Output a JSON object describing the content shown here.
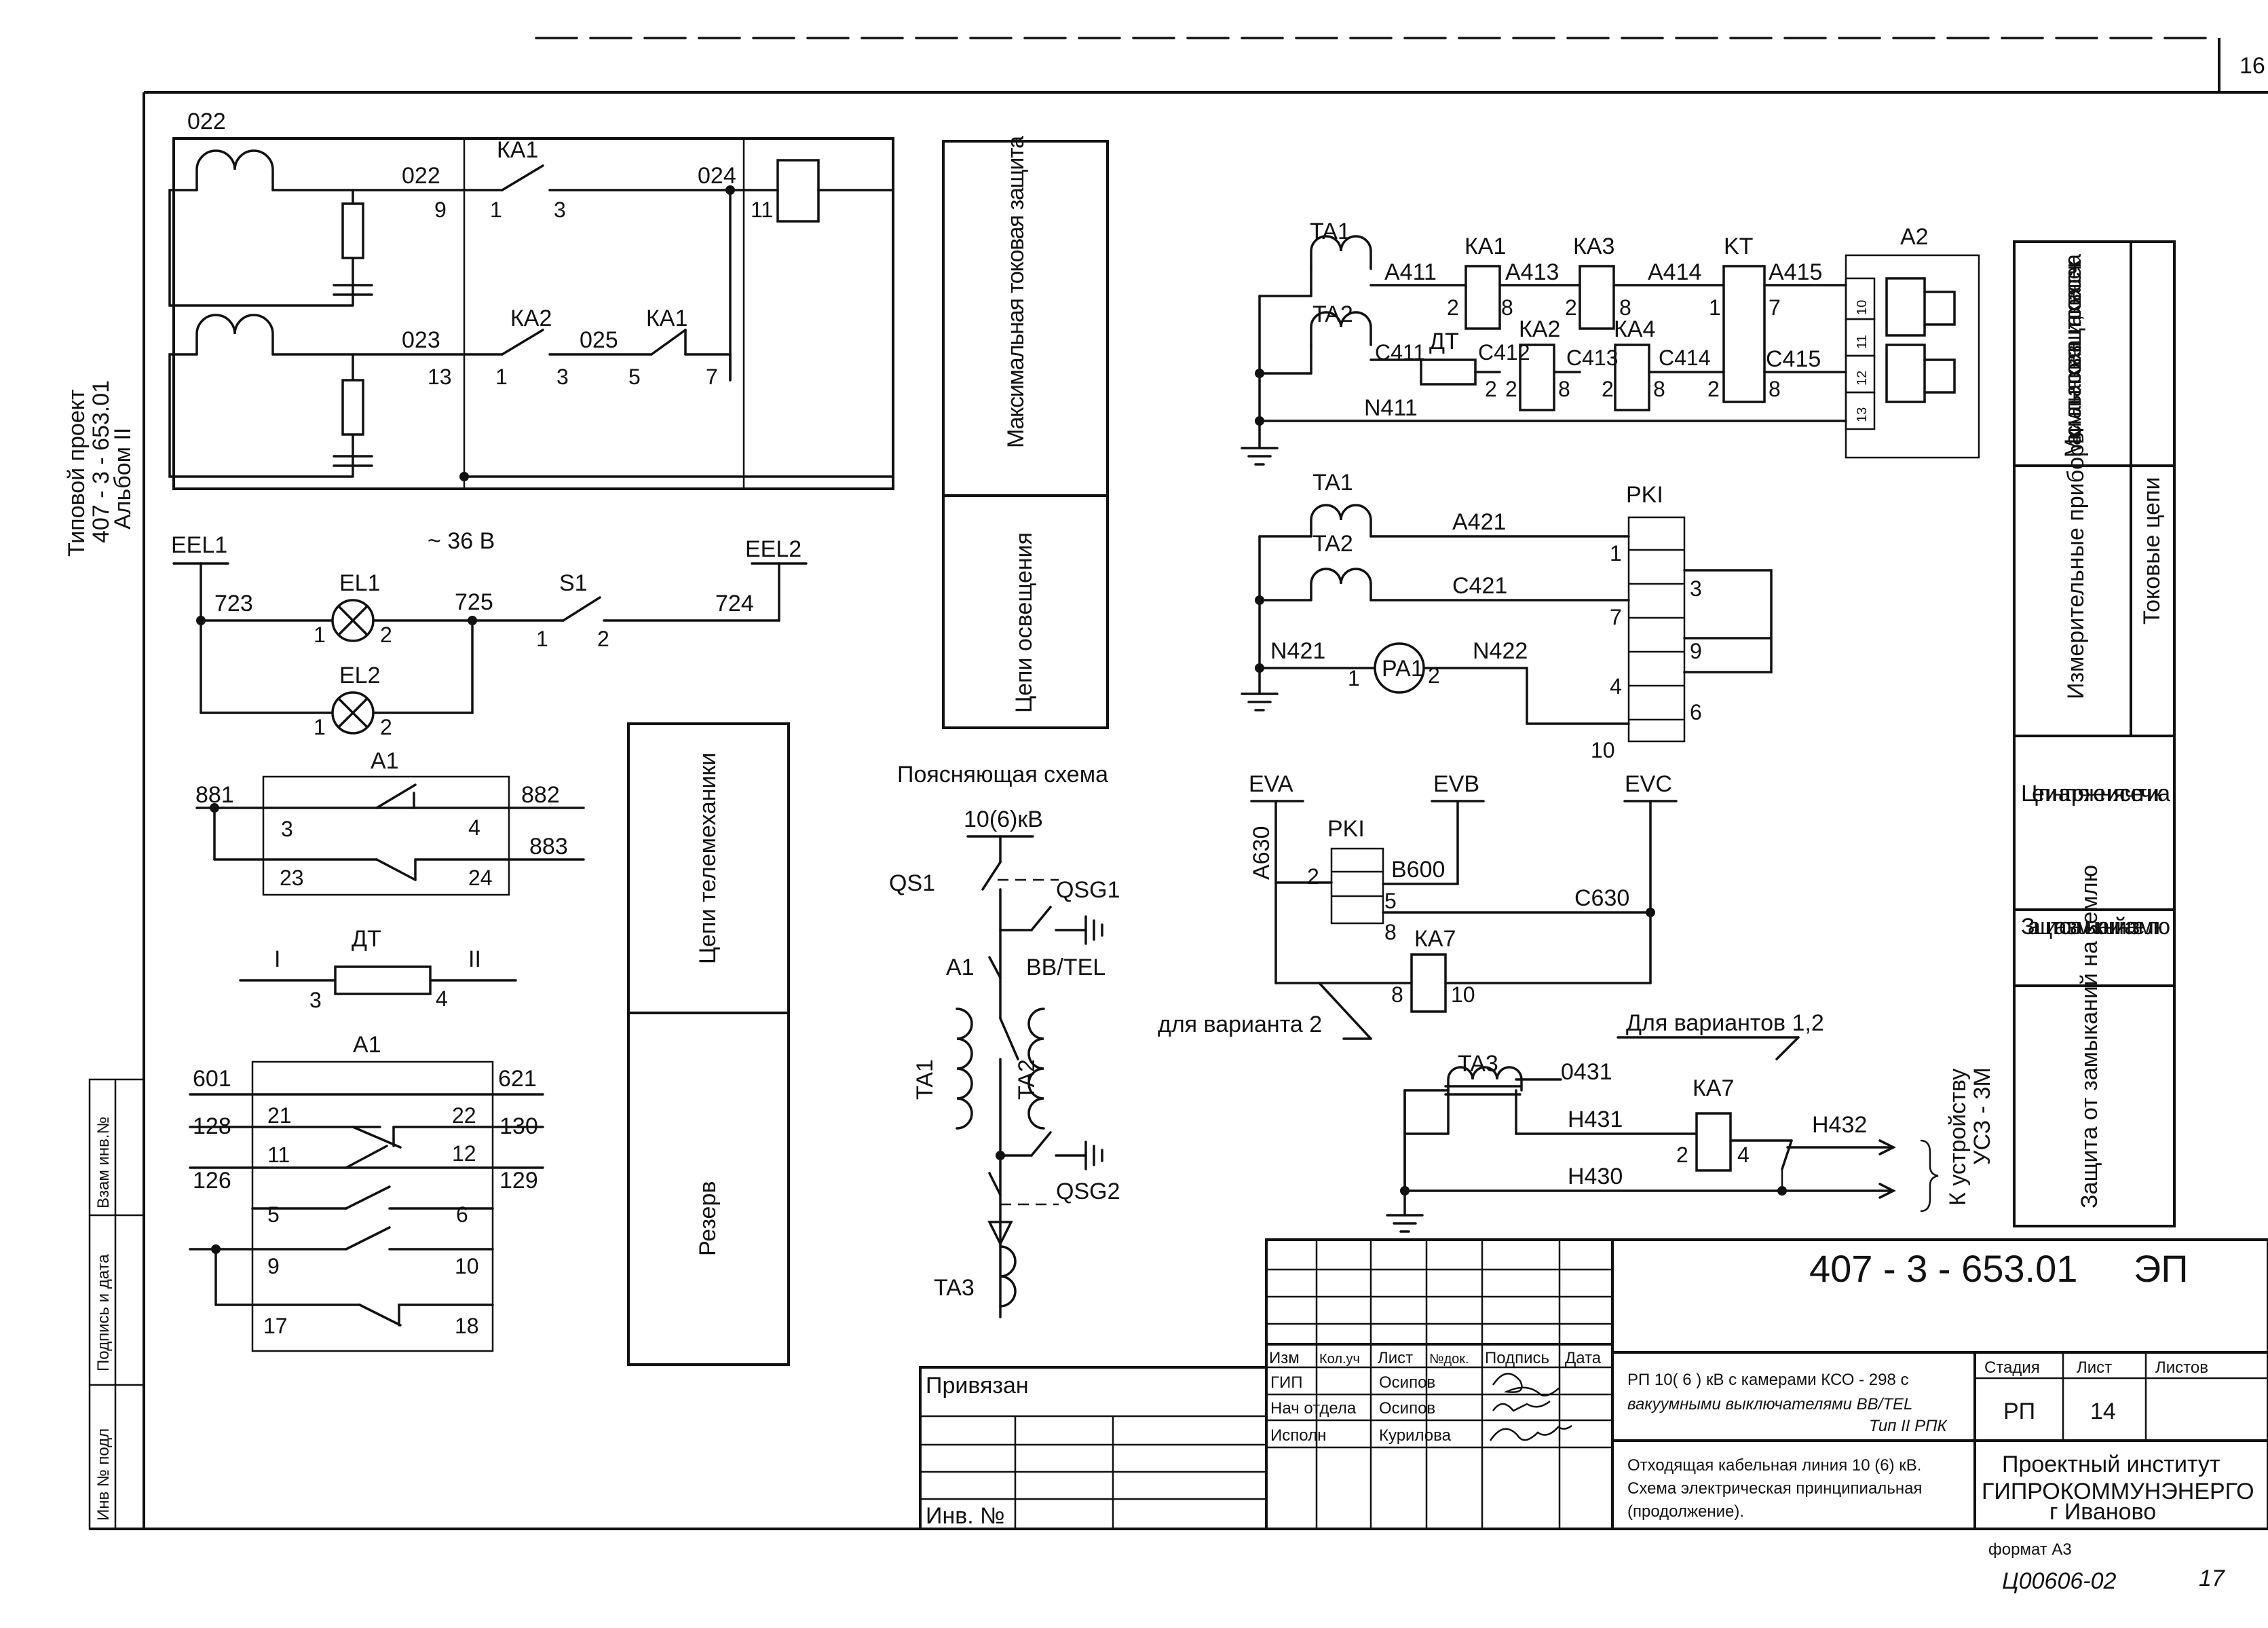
{
  "frame": {
    "corner_sheet_no": "16",
    "side_project": [
      "Типовой проект",
      "407 - 3 - 653.01",
      "Альбом II"
    ],
    "side_stamp": [
      "Взам инв.№",
      "Подпись и дата",
      "Инв № подл"
    ]
  },
  "kt": {
    "title": "KT",
    "labels": [
      "022",
      "9",
      "КА1",
      "1",
      "3",
      "024",
      "11",
      "023",
      "13",
      "КА2",
      "1",
      "025",
      "3",
      "5",
      "КА1",
      "7"
    ]
  },
  "lighting": {
    "labels": [
      "EEL1",
      "~ 36 В",
      "EEL2",
      "723",
      "EL1",
      "1",
      "2",
      "725",
      "S1",
      "1",
      "2",
      "724",
      "EL2",
      "1",
      "2"
    ]
  },
  "a1_top": {
    "labels": [
      "A1",
      "881",
      "882",
      "3",
      "4",
      "883",
      "23",
      "24"
    ]
  },
  "dt_symbol": {
    "labels": [
      "ДТ",
      "I",
      "II",
      "3",
      "4"
    ]
  },
  "a1_bottom": {
    "labels": [
      "A1",
      "601",
      "621",
      "128",
      "21",
      "22",
      "130",
      "11",
      "12",
      "126",
      "129",
      "5",
      "6",
      "9",
      "10",
      "17",
      "18"
    ]
  },
  "purpose_boxes": {
    "mtz": "Максимальная токовая защита",
    "light": "Цепи освещения",
    "tele": "Цепи телемеханики",
    "reserve": "Резерв"
  },
  "explain": {
    "title": "Поясняющая схема",
    "labels": [
      "10(6)кВ",
      "QS1",
      "QSG1",
      "A1",
      "ВВ/TEL",
      "TA1",
      "TA2",
      "QSG2",
      "TA3"
    ]
  },
  "protection": {
    "labels": [
      "TA1",
      "A411",
      "КА1",
      "A413",
      "КА3",
      "A414",
      "KT",
      "A415",
      "A2",
      "TA2",
      "С411",
      "ДТ",
      "С412",
      "КА2",
      "С413",
      "КА4",
      "С414",
      "С415",
      "N411",
      "2",
      "8",
      "2",
      "8",
      "1",
      "7",
      "2",
      "2",
      "8",
      "2",
      "8",
      "2",
      "8",
      "10",
      "11",
      "12",
      "13"
    ]
  },
  "meters": {
    "labels": [
      "TA1",
      "A421",
      "PKI",
      "TA2",
      "С421",
      "N421",
      "PA1",
      "N422",
      "1",
      "3",
      "7",
      "9",
      "4",
      "6",
      "10",
      "1",
      "2"
    ]
  },
  "voltage": {
    "labels": [
      "EVA",
      "EVB",
      "EVC",
      "A630",
      "PKI",
      "B600",
      "2",
      "5",
      "C630",
      "8",
      "КА7",
      "8",
      "10",
      "для варианта 2"
    ]
  },
  "earth_fault": {
    "labels": [
      "Для  вариантов 1,2",
      "TA3",
      "0431",
      "КА7",
      "Н431",
      "Н432",
      "2",
      "4",
      "Н430",
      "К  устройству",
      "УСЗ - 3М"
    ]
  },
  "legend_rows": [
    {
      "left": "Максимальная токовая защита, токовая отсечка",
      "right": "Токовые цепи"
    },
    {
      "left": "Измерительные приборы",
      "right": ""
    },
    {
      "full": "Цепи напряжения счетчика"
    },
    {
      "full": "Защита от замыканий на землю"
    },
    {
      "full": "Защита от замыканий на землю"
    }
  ],
  "title_block": {
    "doc_code": "407 - 3 - 653.01",
    "doc_suffix": "ЭП",
    "header_cols": [
      "Изм",
      "Кол.уч",
      "Лист",
      "№док.",
      "Подпись",
      "Дата"
    ],
    "roles": [
      "ГИП",
      "Нач отдела",
      "Исполн"
    ],
    "names": [
      "Осипов",
      "Осипов",
      "Курилова"
    ],
    "bound": "Привязан",
    "inv": "Инв. №",
    "project_title": [
      "РП 10( 6 ) кВ с камерами КСО - 298 с",
      "вакуумными выключателями ВВ/TEL",
      "Тип II РПК"
    ],
    "sheet_title": [
      "Отходящая кабельная линия 10 (6) кВ.",
      "Схема электрическая принципиальная",
      "(продолжение)."
    ],
    "stage_hdr": "Стадия",
    "sheet_hdr": "Лист",
    "sheets_hdr": "Листов",
    "stage": "РП",
    "sheet_no": "14",
    "org": [
      "Проектный институт",
      "ГИПРОКОММУНЭНЕРГО",
      "г Иваново"
    ],
    "format": "формат А3",
    "archive_no": "Ц00606-02",
    "page": "17"
  }
}
